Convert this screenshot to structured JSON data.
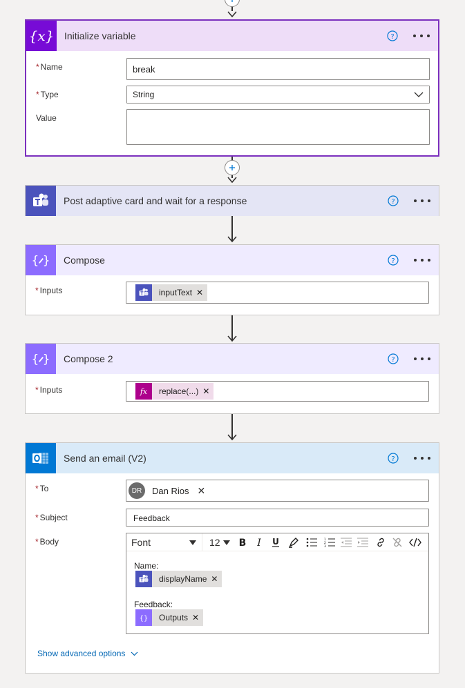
{
  "colors": {
    "variable": "#770bd6",
    "variable_header": "#eeddf8",
    "teams": "#4b53bc",
    "teams_header": "#e4e5f5",
    "compose": "#8c6cff",
    "compose_header": "#efebff",
    "expression": "#ad008c",
    "outlook": "#0078d4",
    "outlook_header": "#d9eaf8",
    "link": "#0066b4"
  },
  "init_variable": {
    "title": "Initialize variable",
    "name_label": "Name",
    "name_value": "break",
    "type_label": "Type",
    "type_value": "String",
    "value_label": "Value"
  },
  "post_card": {
    "title": "Post adaptive card and wait for a response"
  },
  "compose1": {
    "title": "Compose",
    "inputs_label": "Inputs",
    "token_label": "inputText",
    "token_icon": "teams-icon"
  },
  "compose2": {
    "title": "Compose 2",
    "inputs_label": "Inputs",
    "token_label": "replace(...)",
    "token_icon": "fx-icon"
  },
  "send_email": {
    "title": "Send an email (V2)",
    "to_label": "To",
    "to_avatar_initials": "DR",
    "to_recipient": "Dan Rios",
    "subject_label": "Subject",
    "subject_value": "Feedback",
    "body_label": "Body",
    "toolbar": {
      "font": "Font",
      "size": "12"
    },
    "body_line1": "Name:",
    "body_token1": "displayName",
    "body_line2": "Feedback:",
    "body_token2": "Outputs",
    "advanced_link": "Show advanced options"
  }
}
